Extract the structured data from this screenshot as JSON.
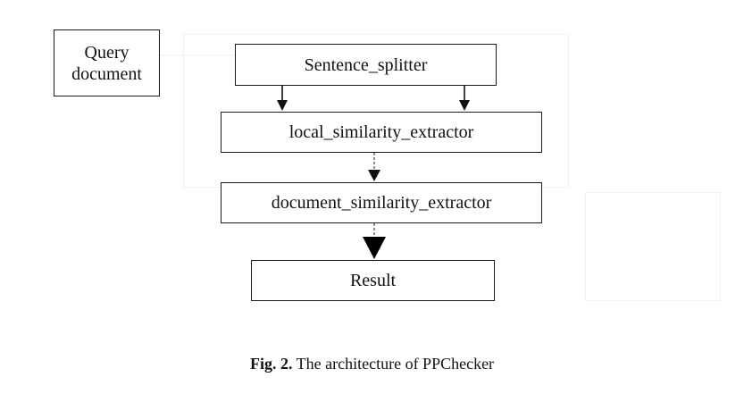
{
  "diagram": {
    "nodes": {
      "query": {
        "line1": "Query",
        "line2": "document"
      },
      "sentence_splitter": {
        "label": "Sentence_splitter"
      },
      "local_similarity": {
        "label": "local_similarity_extractor"
      },
      "document_similarity": {
        "label": "document_similarity_extractor"
      },
      "result": {
        "label": "Result"
      }
    },
    "edges": [
      {
        "from": "sentence_splitter",
        "to": "local_similarity"
      },
      {
        "from": "sentence_splitter",
        "to": "local_similarity"
      },
      {
        "from": "local_similarity",
        "to": "document_similarity"
      },
      {
        "from": "document_similarity",
        "to": "result"
      }
    ]
  },
  "caption": {
    "label": "Fig. 2.",
    "text": "The architecture of PPChecker"
  }
}
